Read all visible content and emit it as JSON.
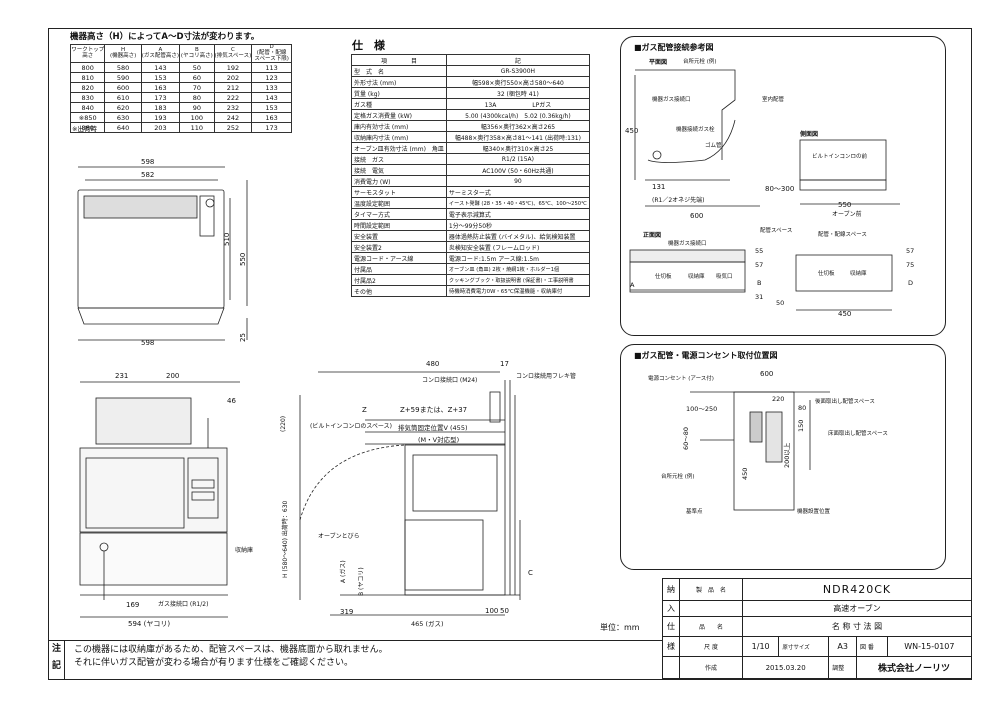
{
  "height_table": {
    "title": "機器高さ（H）によってA～D寸法が変わります。",
    "headers": [
      "ワークトップ高さ",
      "H\n(機器高さ)",
      "A\n(ガス配管高さ)",
      "B\n(ヤコリ高さ)",
      "C\n(排気スペース)",
      "D\n(配管・配線\nスペース下限)"
    ],
    "rows": [
      [
        "800",
        "580",
        "143",
        "50",
        "192",
        "113"
      ],
      [
        "810",
        "590",
        "153",
        "60",
        "202",
        "123"
      ],
      [
        "820",
        "600",
        "163",
        "70",
        "212",
        "133"
      ],
      [
        "830",
        "610",
        "173",
        "80",
        "222",
        "143"
      ],
      [
        "840",
        "620",
        "183",
        "90",
        "232",
        "153"
      ],
      [
        "※850",
        "630",
        "193",
        "100",
        "242",
        "163"
      ],
      [
        "860",
        "640",
        "203",
        "110",
        "252",
        "173"
      ]
    ],
    "footnote": "※出荷時"
  },
  "spec": {
    "title": "仕　様",
    "col_headers": [
      "項　　　　目",
      "記"
    ],
    "rows": [
      [
        "型　式　名",
        "GR-S3900H"
      ],
      [
        "外形寸法 (mm)",
        "幅598×奥行550×高さ580～640"
      ],
      [
        "質量 (kg)",
        "32 (梱包時 41)"
      ],
      [
        "ガス種",
        "13A　　　　　　LPガス"
      ],
      [
        "定格ガス消費量 (kW)",
        "5.00 (4300kcal/h)　5.02 (0.36kg/h)"
      ],
      [
        "庫内有効寸法 (mm)",
        "幅356×奥行362×高さ265"
      ],
      [
        "収納庫内寸法 (mm)",
        "幅488×奥行358×高さ81～141 (出荷時:131)"
      ],
      [
        "オーブン皿有効寸法 (mm)　角皿",
        "幅340×奥行310×高さ25"
      ],
      [
        "接続　ガス",
        "R1/2 (15A)"
      ],
      [
        "接続　電気",
        "AC100V (50・60Hz共通)"
      ],
      [
        "消費電力 (W)",
        "90"
      ],
      [
        "サーモスタット",
        "サーミスター式"
      ],
      [
        "温度設定範囲",
        "イースト発酵 (28・35・40・45℃)、65℃、100～250℃"
      ],
      [
        "タイマー方式",
        "電子表示減算式"
      ],
      [
        "時間設定範囲",
        "1分～99分50秒"
      ],
      [
        "安全装置",
        "器体過熱防止装置 (バイメタル)、給気検知装置"
      ],
      [
        "安全装置2",
        "炎検知安全装置 (フレームロッド)"
      ],
      [
        "電源コード・アース線",
        "電源コード:1.5m アース線:1.5m"
      ],
      [
        "付属品",
        "オーブン皿 (角皿) 2枚・焼網1枚・ホルダー1個"
      ],
      [
        "付属品2",
        "クッキングブック・取扱説明書 (保証書)・工事説明書"
      ],
      [
        "その他",
        "待機時消費電力0W・65℃保温機能・収納庫付"
      ]
    ]
  },
  "gas_ref": {
    "title": "■ガス配管接続参考図",
    "plan": "平面図",
    "side": "側面図",
    "front": "正面図",
    "labels": [
      "台所元栓 (例)",
      "機器ガス接続口",
      "機器接続ガス栓",
      "ゴム管",
      "室内配管",
      "ビルトインコンロの前",
      "(R1／2オネジ先端)",
      "配管スペース",
      "機器ガス接続口",
      "仕切板",
      "収納庫",
      "吸気口",
      "配管・配線スペース",
      "仕切板",
      "収納庫",
      "オーブン前"
    ],
    "dims": [
      "450",
      "131",
      "80～300",
      "600",
      "550",
      "55",
      "57",
      "31",
      "B",
      "A",
      "50",
      "450",
      "75",
      "D",
      "57"
    ]
  },
  "outlet": {
    "title": "■ガス配管・電源コンセント取付位置図",
    "labels": [
      "電源コンセント (アース付)",
      "後面取出し配管スペース",
      "床面取出し配管スペース",
      "台所元栓 (例)",
      "基準点",
      "機器設置位置"
    ],
    "dims": [
      "600",
      "220",
      "80",
      "100～250",
      "60～80",
      "150",
      "450",
      "200以上"
    ]
  },
  "views": {
    "front_dims": [
      "598",
      "582",
      "510",
      "550",
      "598",
      "25"
    ],
    "side_dims": [
      "231",
      "200",
      "46",
      "594 (ヤコリ)",
      "169",
      "ガス接続口 (R1/2)",
      "収納庫"
    ],
    "section": [
      "480",
      "17",
      "コンロ接続口 (M24)",
      "コンロ接続用フレキ管",
      "Z",
      "Z+59または、Z+37",
      "(ビルトインコンロのスペース)",
      "(220)",
      "排気筒固定位置V (455)",
      "(M・V対応型)",
      "H (580～640) 出荷時：630",
      "オーブンとびら",
      "A (ガス)",
      "B (ヤコリ)",
      "C",
      "319",
      "465 (ガス)",
      "100",
      "50"
    ]
  },
  "title_block": {
    "side_chars": [
      "納",
      "入",
      "仕",
      "様"
    ],
    "unit": "単位：mm",
    "product_label": "製　品　名",
    "product": "NDR420CK",
    "product_sub": "高速オーブン",
    "name_label": "品　　名",
    "name": "名 称 寸 法 図",
    "scale_label": "尺 度",
    "scale": "1/10",
    "size_label": "原寸サイズ",
    "size": "A3",
    "dwg_label": "図 番",
    "dwg": "WN-15-0107",
    "made_label": "作成",
    "made": "2015.03.20",
    "adj_label": "調整",
    "company": "株式会社ノーリツ"
  },
  "notes": {
    "label1": "注",
    "label2": "記",
    "line1": "この機器には収納庫があるため、配管スペースは、機器底面から取れません。",
    "line2": "それに伴いガス配管が変わる場合が有ります仕様をご確認ください。"
  }
}
